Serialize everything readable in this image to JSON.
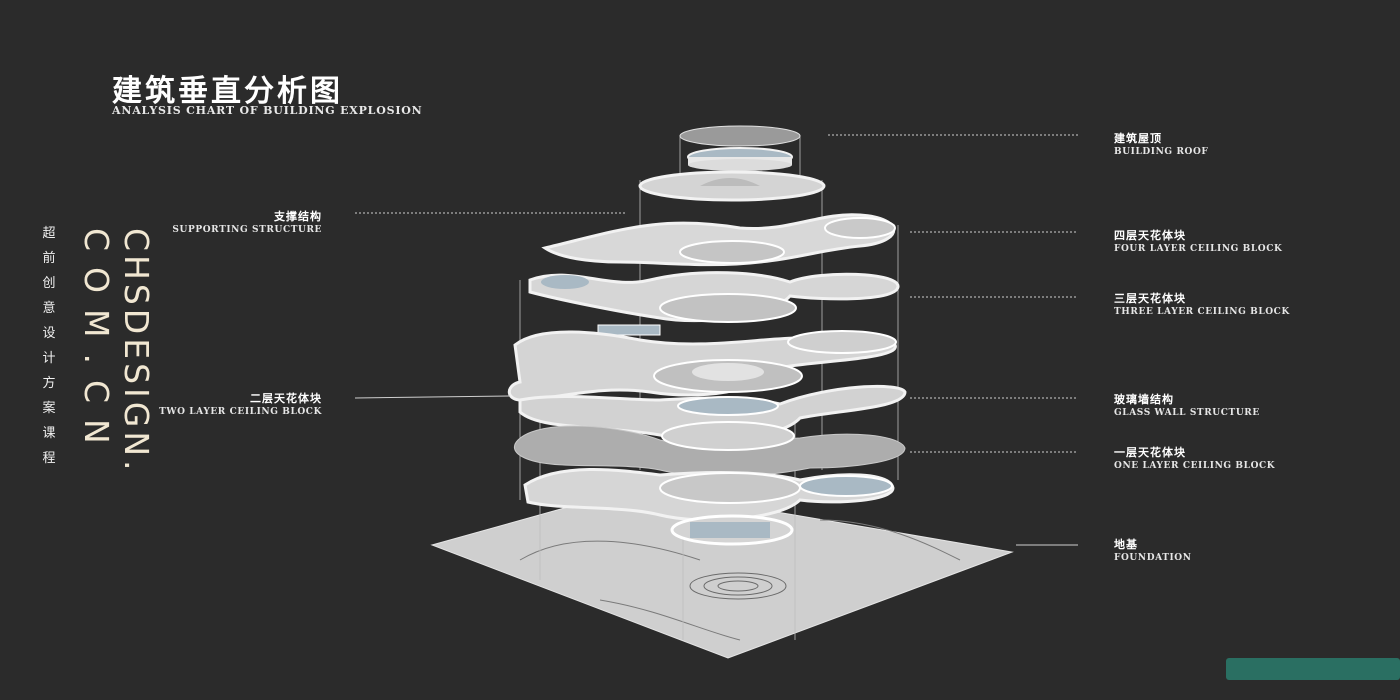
{
  "title": {
    "cn": "建筑垂直分析图",
    "en": "ANALYSIS CHART OF BUILDING EXPLOSION"
  },
  "brand": {
    "line1": "CHSDESIGN.",
    "line2": "COM.CN",
    "course_chars": [
      "超",
      "前",
      "创",
      "意",
      "设",
      "计",
      "方",
      "案",
      "课",
      "程"
    ]
  },
  "labels": {
    "roof": {
      "cn": "建筑屋顶",
      "en": "BUILDING ROOF"
    },
    "four_layer": {
      "cn": "四层天花体块",
      "en": "FOUR LAYER CEILING BLOCK"
    },
    "three_layer": {
      "cn": "三层天花体块",
      "en": "THREE LAYER CEILING BLOCK"
    },
    "glass_wall": {
      "cn": "玻璃墙结构",
      "en": "GLASS WALL STRUCTURE"
    },
    "one_layer": {
      "cn": "一层天花体块",
      "en": "ONE LAYER CEILING BLOCK"
    },
    "foundation": {
      "cn": "地基",
      "en": "FOUNDATION"
    },
    "supporting": {
      "cn": "支撑结构",
      "en": "SUPPORTING STRUCTURE"
    },
    "two_layer": {
      "cn": "二层天花体块",
      "en": "TWO LAYER CEILING BLOCK"
    }
  },
  "colors": {
    "background": "#2b2b2b",
    "slab_top": "#d9d9d9",
    "slab_side": "#f2f2f2",
    "glass": "#a9b9c4",
    "accent_bar": "#2a6f62"
  }
}
